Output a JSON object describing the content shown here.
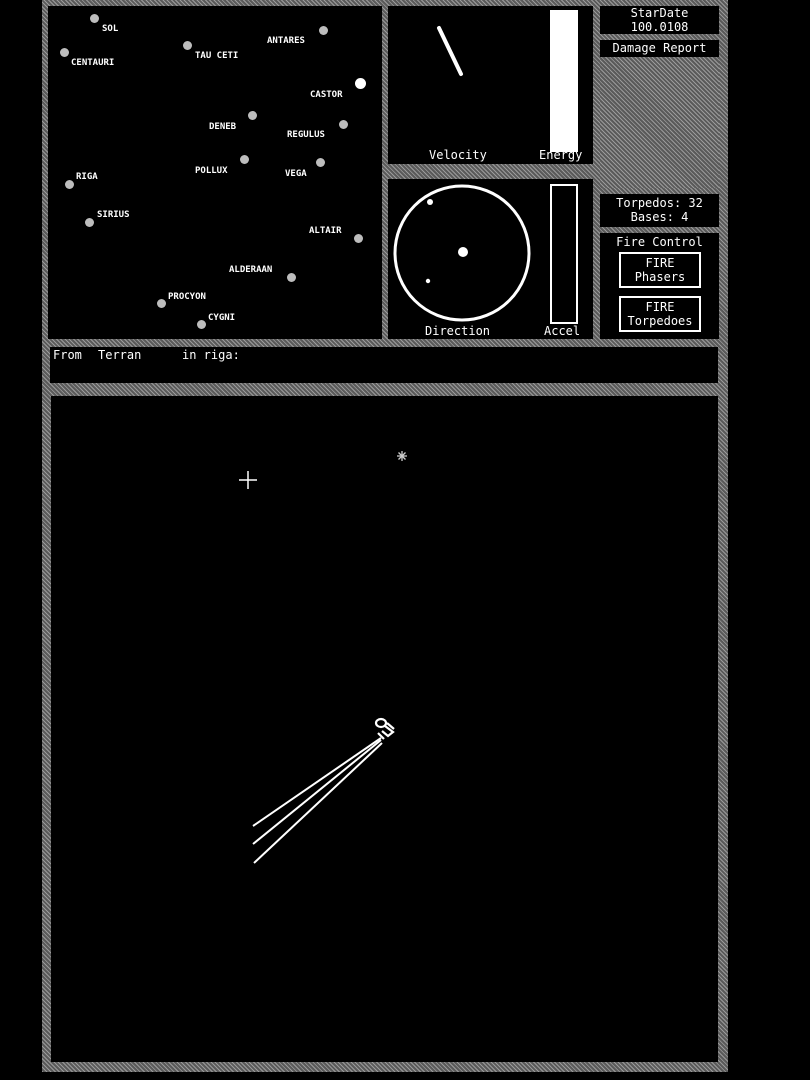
{
  "star_chart": {
    "stars": [
      {
        "name": "SOL",
        "highlight": false
      },
      {
        "name": "CENTAURI",
        "highlight": false
      },
      {
        "name": "TAU CETI",
        "highlight": false
      },
      {
        "name": "ANTARES",
        "highlight": false
      },
      {
        "name": "CASTOR",
        "highlight": true
      },
      {
        "name": "DENEB",
        "highlight": false
      },
      {
        "name": "REGULUS",
        "highlight": false
      },
      {
        "name": "POLLUX",
        "highlight": false
      },
      {
        "name": "VEGA",
        "highlight": false
      },
      {
        "name": "RIGA",
        "highlight": false
      },
      {
        "name": "SIRIUS",
        "highlight": false
      },
      {
        "name": "ALTAIR",
        "highlight": false
      },
      {
        "name": "ALDERAAN",
        "highlight": false
      },
      {
        "name": "PROCYON",
        "highlight": false
      },
      {
        "name": "CYGNI",
        "highlight": false
      }
    ]
  },
  "gauges": {
    "velocity_label": "Velocity",
    "energy_label": "Energy",
    "energy_level": 1.0,
    "direction_label": "Direction",
    "accel_label": "Accel",
    "accel_level": 0.0
  },
  "stardate": {
    "label": "StarDate",
    "value": "100.0108"
  },
  "damage_report_label": "Damage Report",
  "status": {
    "torpedoes_text": "Torpedos: 32",
    "bases_text": "Bases: 4"
  },
  "fire_control": {
    "title": "Fire Control",
    "phasers_line1": "FIRE",
    "phasers_line2": "Phasers",
    "torpedoes_line1": "FIRE",
    "torpedoes_line2": "Torpedoes"
  },
  "message": {
    "from_label": "From",
    "sender": "Terran",
    "location_text": "in riga:"
  },
  "colors": {
    "background": "#000000",
    "foreground": "#ffffff",
    "frame_gray": "#777777",
    "star_gray": "#bdbdbd"
  }
}
